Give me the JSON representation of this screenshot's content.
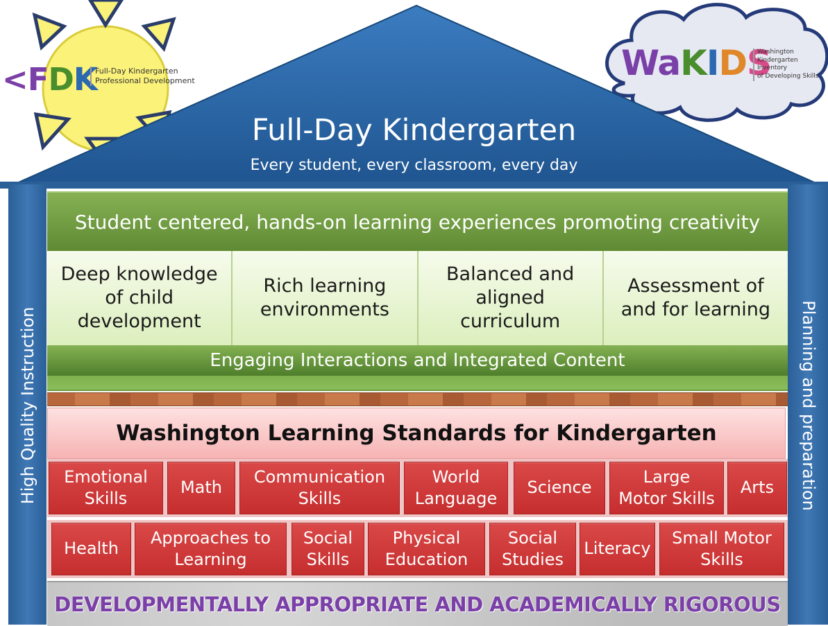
{
  "logos": {
    "fdk": {
      "letters": [
        "F",
        "D",
        "K"
      ],
      "line1": "Full-Day Kindergarten",
      "line2": "Professional Development"
    },
    "wakids": {
      "letters": [
        "W",
        "a",
        "K",
        "I",
        "D",
        "S"
      ],
      "line1": "Washington",
      "line2": "Kindergarten Inventory",
      "line3": "of Developing Skills"
    }
  },
  "roof": {
    "title": "Full-Day Kindergarten",
    "subtitle": "Every student, every classroom, every day"
  },
  "pillars": {
    "left": "High Quality Instruction",
    "right": "Planning and preparation"
  },
  "top_band": "Student centered, hands-on learning experiences promoting creativity",
  "tiers": [
    {
      "lines": [
        "Deep knowledge",
        "of child",
        "development"
      ]
    },
    {
      "lines": [
        "Rich learning",
        "environments"
      ]
    },
    {
      "lines": [
        "Balanced and",
        "aligned",
        "curriculum"
      ]
    },
    {
      "lines": [
        "Assessment of",
        "and for learning"
      ]
    }
  ],
  "engaging": "Engaging Interactions and Integrated Content",
  "standards": {
    "header": "Washington Learning Standards for Kindergarten",
    "row1": [
      {
        "lines": [
          "Emotional",
          "Skills"
        ]
      },
      {
        "lines": [
          "Math"
        ]
      },
      {
        "lines": [
          "Communication",
          "Skills"
        ]
      },
      {
        "lines": [
          "World",
          "Language"
        ]
      },
      {
        "lines": [
          "Science"
        ]
      },
      {
        "lines": [
          "Large",
          "Motor Skills"
        ]
      },
      {
        "lines": [
          "Arts"
        ]
      }
    ],
    "row2": [
      {
        "lines": [
          "Health"
        ]
      },
      {
        "lines": [
          "Approaches to",
          "Learning"
        ]
      },
      {
        "lines": [
          "Social",
          "Skills"
        ]
      },
      {
        "lines": [
          "Physical",
          "Education"
        ]
      },
      {
        "lines": [
          "Social",
          "Studies"
        ]
      },
      {
        "lines": [
          "Literacy"
        ]
      },
      {
        "lines": [
          "Small Motor",
          "Skills"
        ]
      }
    ]
  },
  "foundation": "DEVELOPMENTALLY APPROPRIATE AND ACADEMICALLY RIGOROUS",
  "colors": {
    "roof_blue": "#2f6aa8",
    "green": "#6a9a3c",
    "light_green": "#e8f5d3",
    "red_box": "#d03a3a",
    "pink_header": "#fbcaca",
    "purple_text": "#7b3fa8",
    "sun_yellow": "#fbf27a",
    "cloud_fill": "#e6e9f2"
  }
}
